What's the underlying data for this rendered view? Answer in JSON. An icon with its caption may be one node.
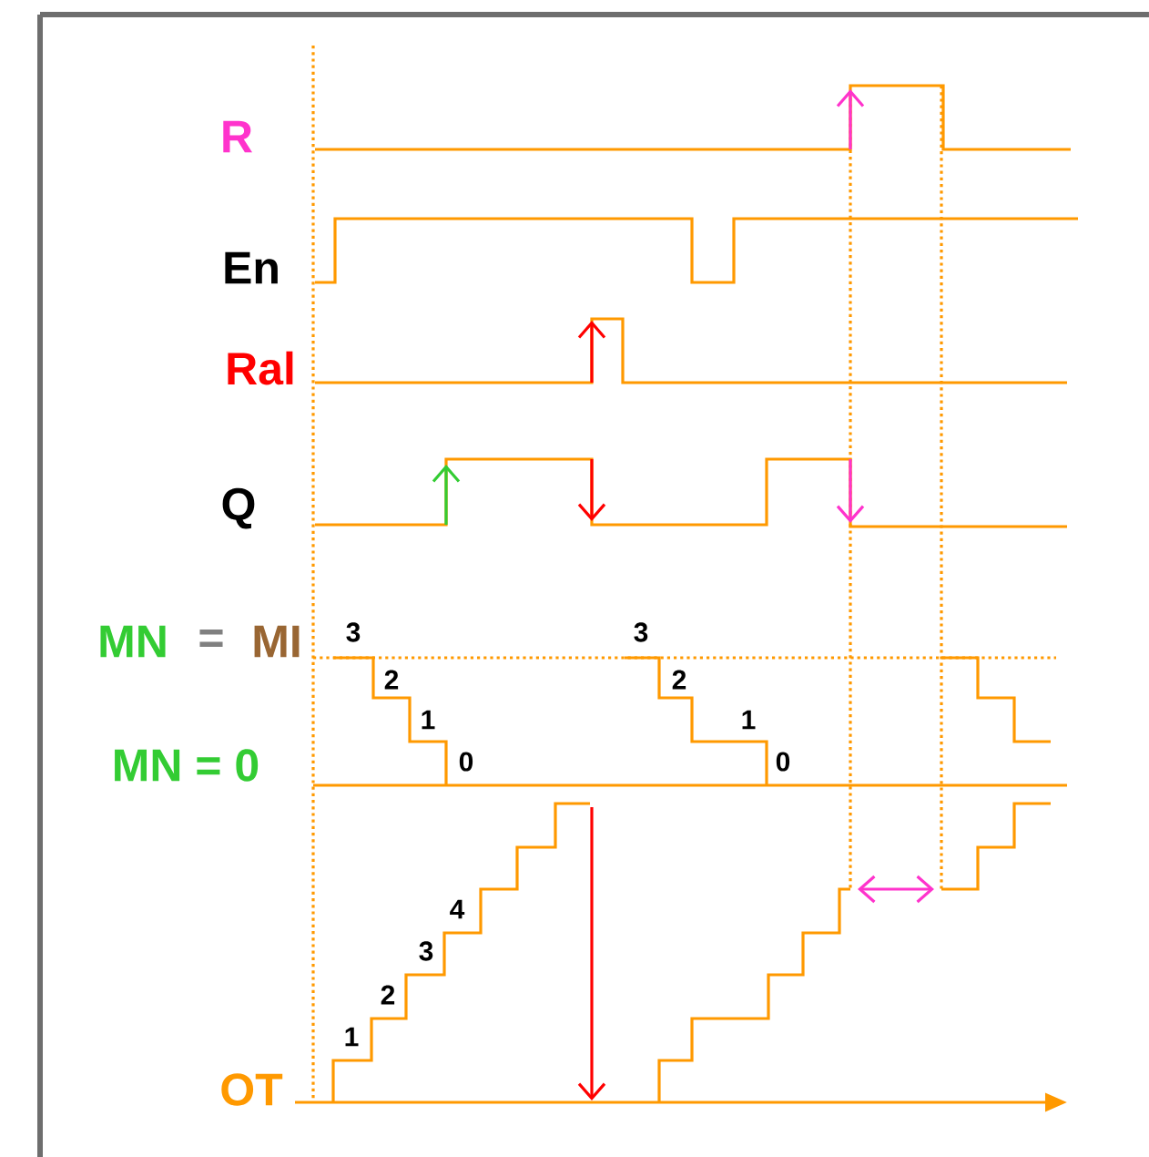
{
  "diagram": {
    "labels": [
      "R",
      "En",
      "Ral",
      "Q",
      "MN",
      "=",
      "MI",
      "3",
      "3",
      "2",
      "2",
      "1",
      "1",
      "MN = 0",
      "0",
      "0",
      "4",
      "3",
      "2",
      "1",
      "OT"
    ]
  }
}
